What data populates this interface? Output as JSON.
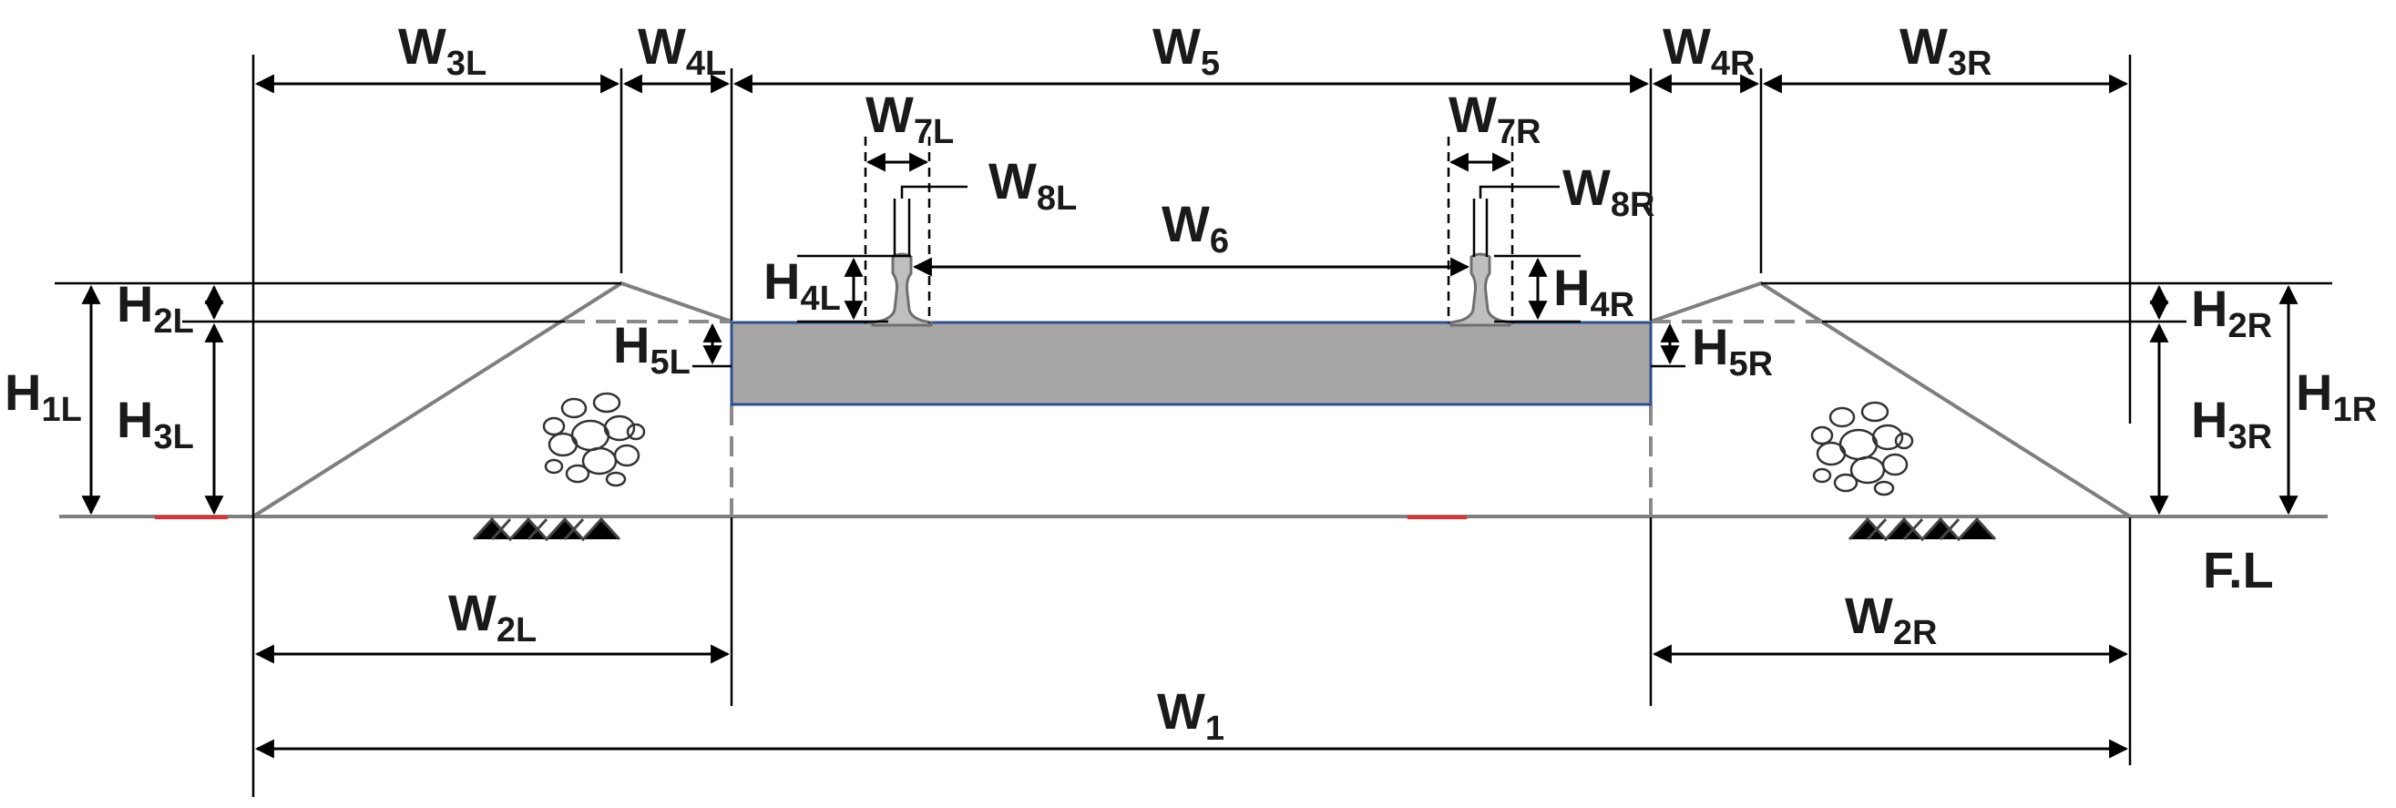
{
  "labels": {
    "W1": {
      "main": "W",
      "sub": "1"
    },
    "W2L": {
      "main": "W",
      "sub": "2L"
    },
    "W2R": {
      "main": "W",
      "sub": "2R"
    },
    "W3L": {
      "main": "W",
      "sub": "3L"
    },
    "W3R": {
      "main": "W",
      "sub": "3R"
    },
    "W4L": {
      "main": "W",
      "sub": "4L"
    },
    "W4R": {
      "main": "W",
      "sub": "4R"
    },
    "W5": {
      "main": "W",
      "sub": "5"
    },
    "W6": {
      "main": "W",
      "sub": "6"
    },
    "W7L": {
      "main": "W",
      "sub": "7L"
    },
    "W7R": {
      "main": "W",
      "sub": "7R"
    },
    "W8L": {
      "main": "W",
      "sub": "8L"
    },
    "W8R": {
      "main": "W",
      "sub": "8R"
    },
    "H1L": {
      "main": "H",
      "sub": "1L"
    },
    "H1R": {
      "main": "H",
      "sub": "1R"
    },
    "H2L": {
      "main": "H",
      "sub": "2L"
    },
    "H2R": {
      "main": "H",
      "sub": "2R"
    },
    "H3L": {
      "main": "H",
      "sub": "3L"
    },
    "H3R": {
      "main": "H",
      "sub": "3R"
    },
    "H4L": {
      "main": "H",
      "sub": "4L"
    },
    "H4R": {
      "main": "H",
      "sub": "4R"
    },
    "H5L": {
      "main": "H",
      "sub": "5L"
    },
    "H5R": {
      "main": "H",
      "sub": "5R"
    },
    "FL": "F.L"
  },
  "colors": {
    "slab_fill": "#a6a6a6",
    "slab_border": "#2f4f8f",
    "embankment_line": "#7f7f7f",
    "dimension_line": "#000000",
    "ground_mark": "#e03030"
  },
  "icons": {
    "ballast_left": "ballast-stones-icon",
    "ballast_right": "ballast-stones-icon",
    "rail_left": "rail-profile-icon",
    "rail_right": "rail-profile-icon",
    "ground_left": "ground-hatch-icon",
    "ground_right": "ground-hatch-icon"
  }
}
